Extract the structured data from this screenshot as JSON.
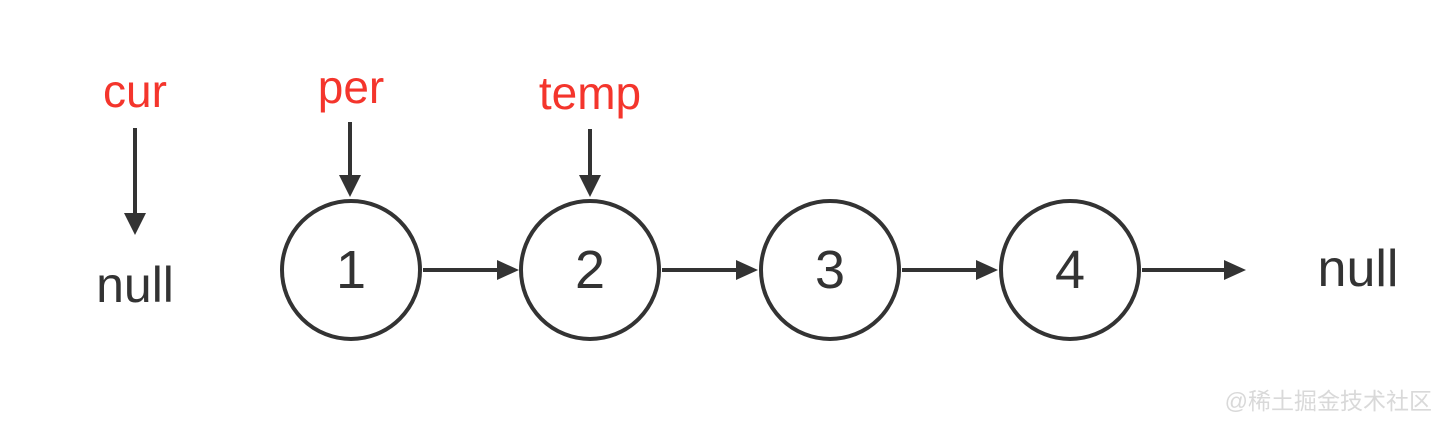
{
  "diagram": {
    "title_hint": "linked list with pointers",
    "pointers": [
      {
        "label": "cur",
        "points_to": "null-left"
      },
      {
        "label": "per",
        "points_to": "node-1"
      },
      {
        "label": "temp",
        "points_to": "node-2"
      }
    ],
    "nodes": [
      {
        "value": "1"
      },
      {
        "value": "2"
      },
      {
        "value": "3"
      },
      {
        "value": "4"
      }
    ],
    "null_left": "null",
    "null_right": "null",
    "colors": {
      "pointer_red": "#f4352c",
      "stroke_dark": "#333333",
      "watermark_gray": "#d9d9d9"
    },
    "watermark": "@稀土掘金技术社区"
  }
}
